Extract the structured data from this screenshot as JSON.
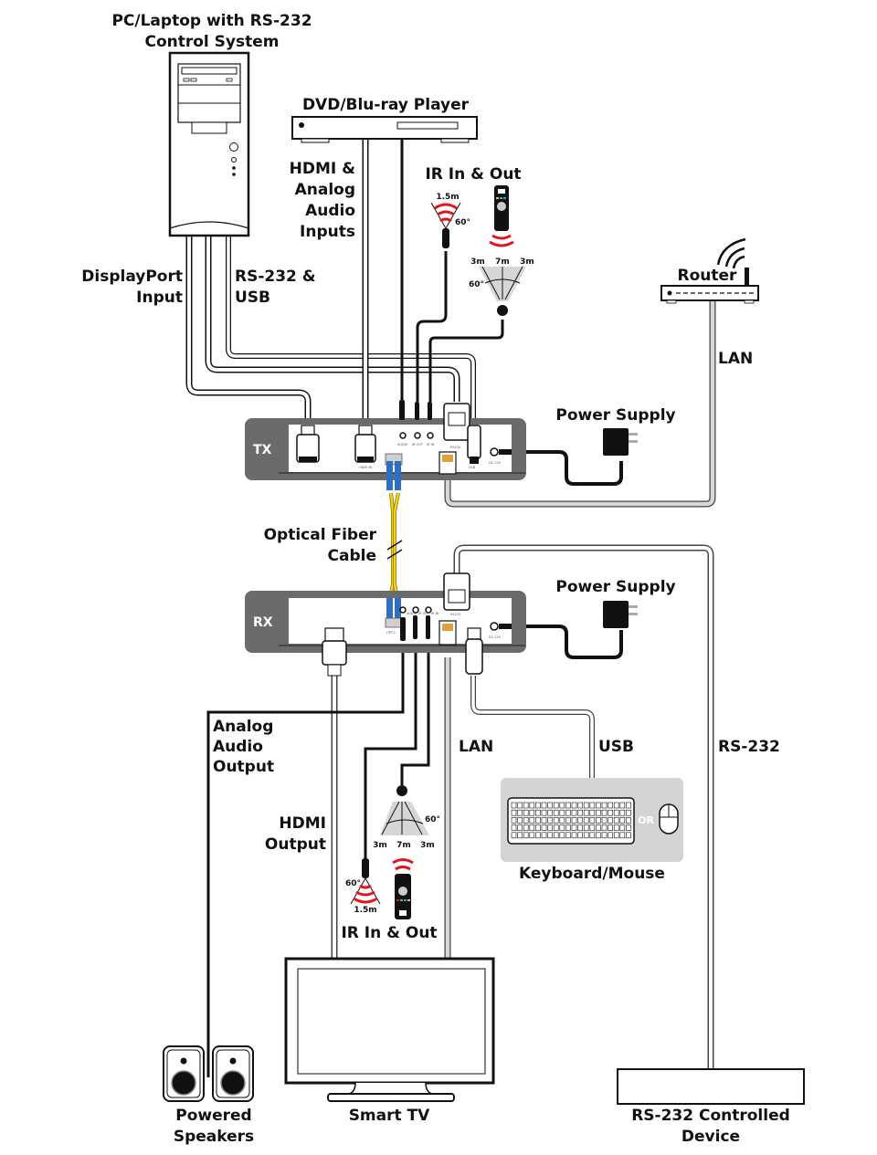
{
  "diagram": {
    "title": "Fiber Extender TX/RX Connection Diagram",
    "colors": {
      "unit_body": "#6b6b6b",
      "panel": "#ffffff",
      "fiber": "#f2d21b",
      "fiber_connector": "#2f6fbf",
      "ir_waves": "#e3141b",
      "lan_cable": "#d6d6d6",
      "keyboard_panel": "#d4d4d4"
    },
    "devices": {
      "pc": {
        "label_line1": "PC/Laptop with RS-232",
        "label_line2": "Control System"
      },
      "dvd": {
        "label": "DVD/Blu-ray Player"
      },
      "router": {
        "label": "Router"
      },
      "tx": {
        "label": "TX"
      },
      "rx": {
        "label": "RX"
      },
      "power_tx": {
        "label": "Power Supply"
      },
      "power_rx": {
        "label": "Power Supply"
      },
      "keyboard_mouse": {
        "label": "Keyboard/Mouse",
        "or_text": "OR"
      },
      "speakers": {
        "label_line1": "Powered",
        "label_line2": "Speakers"
      },
      "tv": {
        "label": "Smart TV"
      },
      "rs232_device": {
        "label_line1": "RS-232 Controlled",
        "label_line2": "Device"
      }
    },
    "tx_ports": [
      "HDMI IN",
      "AUDIO",
      "IR OUT",
      "IR IN",
      "RS232",
      "USB",
      "DC 12V"
    ],
    "rx_ports": [
      "OPT.1",
      "AUDIO",
      "IR OUT",
      "IR IN",
      "RS232",
      "DC 12V"
    ],
    "cable_labels": {
      "hdmi_analog_inputs": [
        "HDMI &",
        "Analog",
        "Audio",
        "Inputs"
      ],
      "displayport_input": [
        "DisplayPort",
        "Input"
      ],
      "rs232_usb": [
        "RS-232 &",
        "USB"
      ],
      "lan_top": "LAN",
      "optical_fiber": [
        "Optical Fiber",
        "Cable"
      ],
      "analog_audio_output": [
        "Analog",
        "Audio",
        "Output"
      ],
      "hdmi_output": [
        "HDMI",
        "Output"
      ],
      "lan_bottom": "LAN",
      "usb": "USB",
      "rs232": "RS-232"
    },
    "ir_top": {
      "title": "IR In & Out",
      "emitter_range": "1.5m",
      "emitter_angle": "60°",
      "receiver_ranges": [
        "3m",
        "7m",
        "3m"
      ],
      "receiver_angle": "60°"
    },
    "ir_bottom": {
      "title": "IR In & Out",
      "emitter_range": "1.5m",
      "emitter_angle": "60°",
      "receiver_ranges": [
        "3m",
        "7m",
        "3m"
      ],
      "receiver_angle": "60°"
    }
  }
}
